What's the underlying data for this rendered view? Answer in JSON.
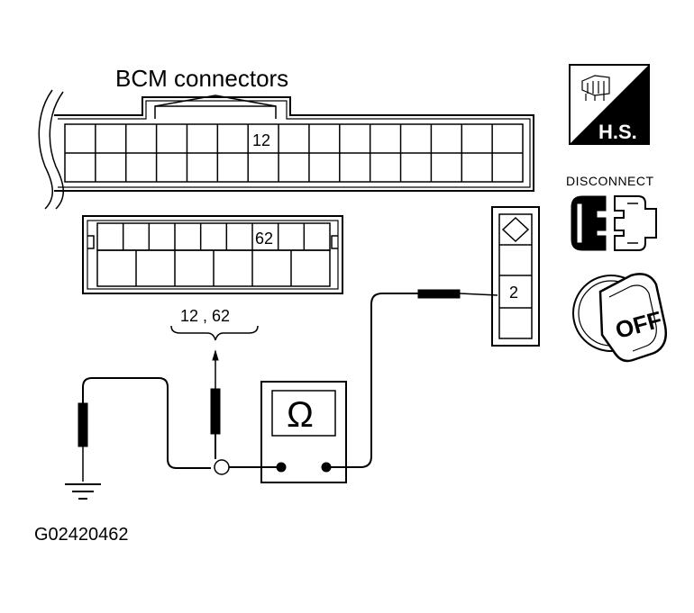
{
  "diagram": {
    "title": "BCM connectors",
    "upper_connector_pin": "12",
    "lower_connector_pin": "62",
    "pins_label": "12 , 62",
    "meter_symbol": "Ω",
    "right_connector_pin": "2",
    "hs_badge": "H.S.",
    "disconnect_label": "DISCONNECT",
    "key_label": "OFF",
    "figure_code": "G02420462"
  },
  "icons": [
    "harness-icon",
    "disconnect-icon",
    "ignition-key-icon",
    "ground-icon",
    "ohmmeter-icon"
  ]
}
